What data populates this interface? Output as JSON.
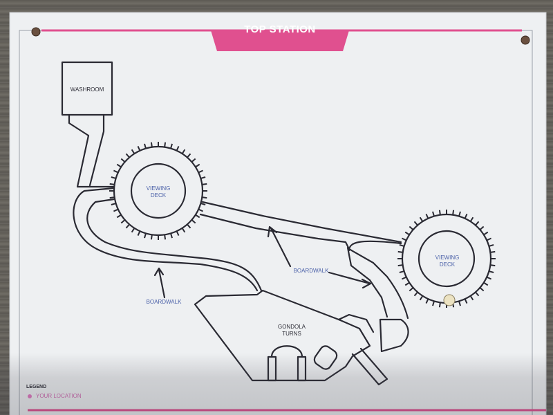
{
  "title": "TOP STATION",
  "labels": {
    "washroom": "WASHROOM",
    "deck1_l1": "VIEWING",
    "deck1_l2": "DECK",
    "deck2_l1": "VIEWING",
    "deck2_l2": "DECK",
    "boardwalk_left": "BOARDWALK",
    "boardwalk_right": "BOARDWALK",
    "gondola_l1": "GONDOLA",
    "gondola_l2": "TURNS"
  },
  "legend": {
    "title": "LEGEND",
    "item": "YOUR LOCATION"
  },
  "colors": {
    "accent": "#e0508f",
    "line": "#2a2a33",
    "label": "#4a60a8",
    "location": "#e07ac0"
  }
}
